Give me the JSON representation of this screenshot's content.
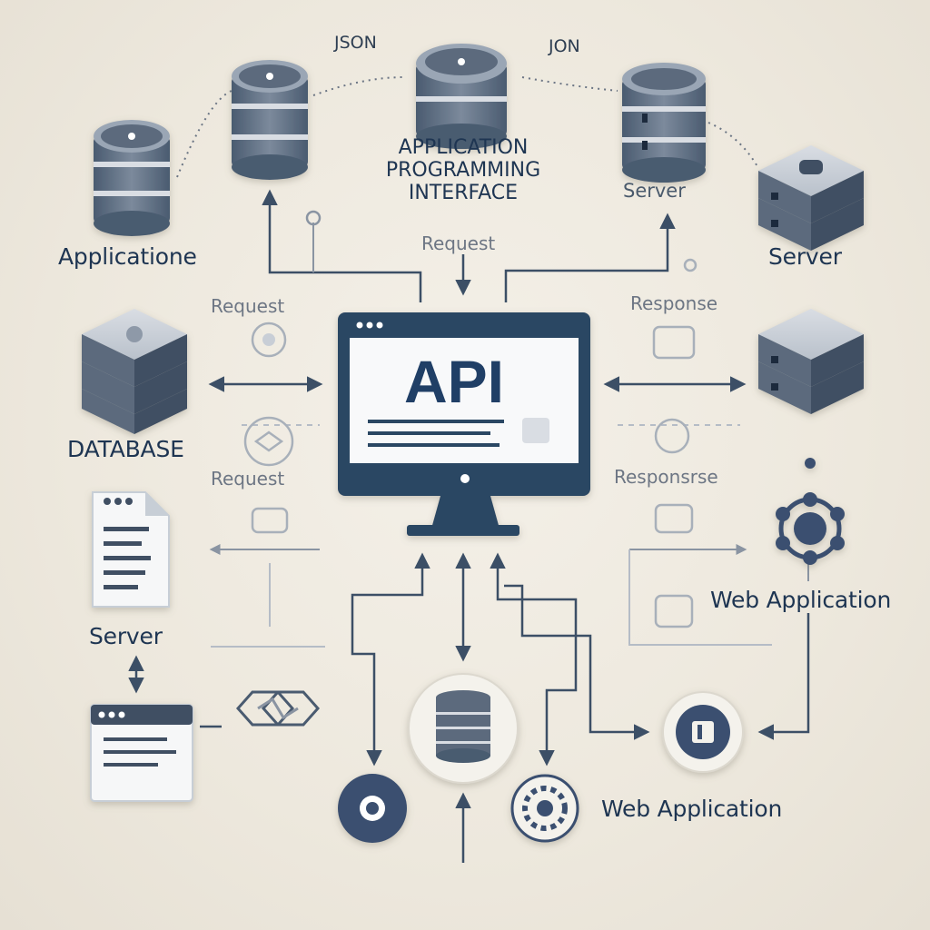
{
  "title": {
    "line1": "APPLICATION",
    "line2": "PROGRAMMING",
    "line3": "INTERFACE"
  },
  "center": {
    "screen_text": "API"
  },
  "labels": {
    "json_left": "JSON",
    "json_right": "JON",
    "applicatione": "Applicatione",
    "server_top_right_small": "Server",
    "server_top_right": "Server",
    "request_top": "Request",
    "request_left_upper": "Request",
    "request_left_lower": "Request",
    "response_right_upper": "Response",
    "response_right_lower": "Responsrse",
    "database": "DATABASE",
    "server_left": "Server",
    "web_application_right": "Web Application",
    "web_application_bottom": "Web Application"
  },
  "colors": {
    "navy": "#1f3a5c",
    "slate": "#5b6b7d",
    "light_slate": "#c4ccd6",
    "background": "#efeae0",
    "line": "#3c4f66"
  }
}
